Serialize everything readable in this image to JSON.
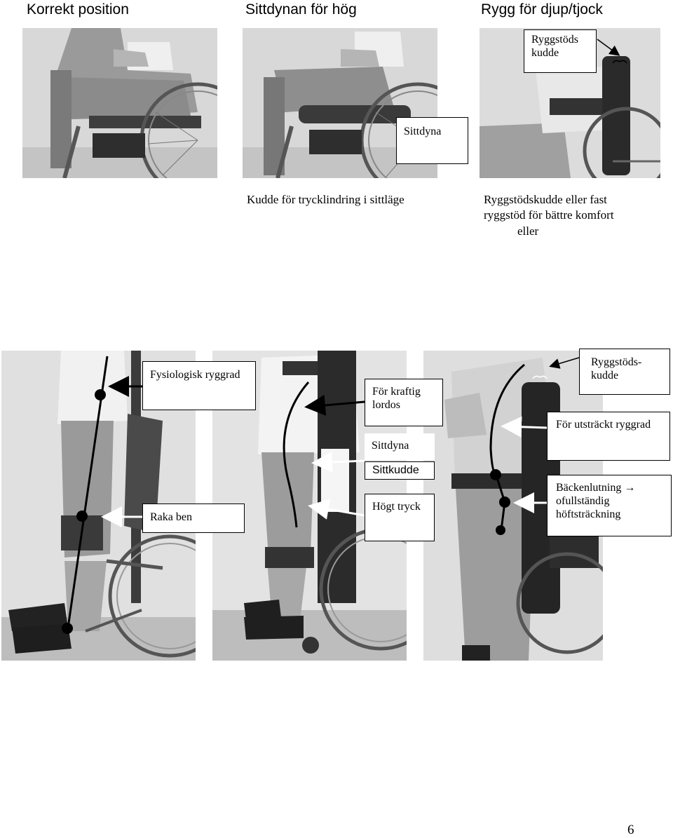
{
  "headings": {
    "correct": "Korrekt position",
    "seat_high": "Sittdynan för hög",
    "back_deep": "Rygg för djup/tjock"
  },
  "top_labels": {
    "ryggstods_kudde": "Ryggstöds kudde",
    "sittdyna": "Sittdyna"
  },
  "captions": {
    "pressure_cushion": "Kudde för trycklindring i sittläge",
    "back_cushion_line1": "Ryggstödskudde eller fast",
    "back_cushion_line2": "ryggstöd för bättre komfort",
    "back_cushion_line3": "eller"
  },
  "bottom_labels": {
    "fysiologisk_ryggrad": "Fysiologisk ryggrad",
    "raka_ben": "Raka ben",
    "for_kraftig_lordos": "För kraftig lordos",
    "sittdyna": "Sittdyna",
    "sittkudde": "Sittkudde",
    "hogt_tryck": "Högt tryck",
    "ryggstodskudde": "Ryggstöds-kudde",
    "for_utstrackt_ryggrad": "För utsträckt ryggrad",
    "backenlutning": "Bäckenlutning →",
    "ofullstandig_hoftstrackning": "ofullständig höftsträckning"
  },
  "page_number": "6",
  "colors": {
    "photo_bg": "#d9d9d9",
    "ink": "#000000",
    "box_bg": "#ffffff"
  }
}
